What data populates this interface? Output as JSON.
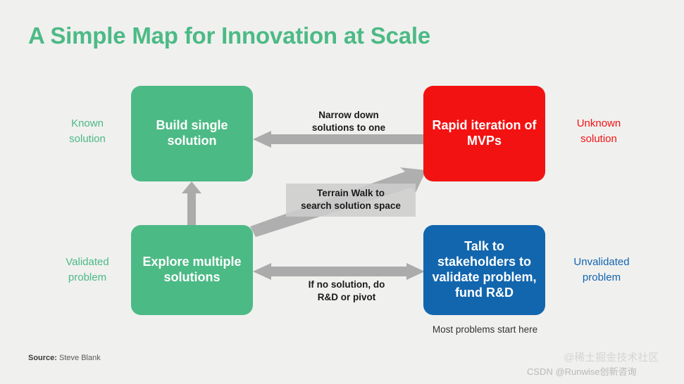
{
  "slide": {
    "title": "A Simple Map for Innovation at Scale",
    "background_color": "#f0f0ef",
    "title_color": "#4cba85"
  },
  "nodes": [
    {
      "id": "build-single-solution",
      "label": "Build single\nsolution",
      "color": "#4cba85"
    },
    {
      "id": "rapid-iteration-of-mvps",
      "label": "Rapid iteration\nof MVPs",
      "color": "#f31212"
    },
    {
      "id": "explore-multiple-solutions",
      "label": "Explore multiple\nsolutions",
      "color": "#4cba85"
    },
    {
      "id": "talk-to-stakeholders",
      "label": "Talk to\nstakeholders to\nvalidate\nproblem, fund\nR&D",
      "color": "#1266ae"
    }
  ],
  "side_labels": {
    "known_solution": "Known\nsolution",
    "validated_problem": "Validated\nproblem",
    "unknown_solution": "Unknown\nsolution",
    "unvalidated_problem": "Unvalidated\nproblem"
  },
  "edge_labels": {
    "narrow_down": "Narrow down\nsolutions to one",
    "terrain_walk": "Terrain Walk to\nsearch solution space",
    "no_solution": "If no solution, do\nR&D or pivot"
  },
  "annotations": {
    "most_problems_start_here": "Most problems start here"
  },
  "footer": {
    "source_key": "Source:",
    "source_value": "Steve Blank"
  },
  "watermarks": {
    "csdn": "CSDN @Runwise创新咨询",
    "juejin": "@稀土掘金技术社区"
  },
  "colors": {
    "arrow": "#ababab",
    "green": "#4cba85",
    "red": "#f31212",
    "blue": "#1266ae"
  }
}
